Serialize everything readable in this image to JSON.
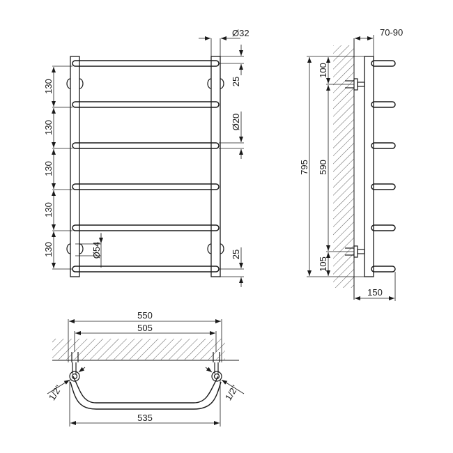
{
  "front_view": {
    "rail_pitch_labels": [
      "130",
      "130",
      "130",
      "130",
      "130"
    ],
    "top_offset_label": "25",
    "bottom_offset_label": "25",
    "collector_diameter_label": "Ø32",
    "rail_diameter_label": "Ø20",
    "mount_diameter_label": "Ø54",
    "rail_count": 6
  },
  "side_view": {
    "standoff_label": "70-90",
    "total_height_label": "795",
    "connection_spacing_label": "590",
    "top_connection_offset_label": "100",
    "bottom_connection_offset_label": "105",
    "depth_label": "150"
  },
  "top_view": {
    "overall_width_label": "550",
    "inner_width_label": "505",
    "axis_width_label": "535",
    "thread_left_label": "1/2\"",
    "thread_right_label": "1/2\""
  }
}
